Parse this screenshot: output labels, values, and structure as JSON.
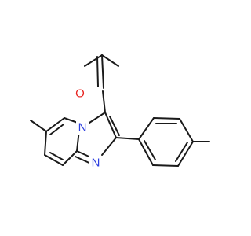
{
  "molecule": {
    "atoms": [
      {
        "id": "O1",
        "symbol": "O",
        "color": "#e8231f"
      },
      {
        "id": "N1",
        "symbol": "N",
        "color": "#2c3ee0"
      },
      {
        "id": "N2",
        "symbol": "N",
        "color": "#2c3ee0"
      }
    ],
    "bond_color": "#1a1a1a"
  }
}
